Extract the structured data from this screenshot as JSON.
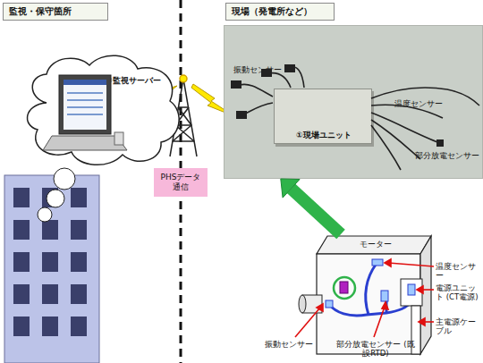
{
  "diagram": {
    "nodes": [
      {
        "text": [
          "監視・保守箇所"
        ]
      },
      {
        "text": [
          "現場（発電所など）"
        ]
      },
      {
        "text": [
          "②監視サーバー"
        ]
      },
      {
        "text": [
          "PHSデータ 通信"
        ]
      },
      {
        "text": [
          "振動センサー",
          "温度センサー",
          "部分放電センサー"
        ]
      },
      {
        "text": [
          "①現場ユニット"
        ],
        "in": 4
      },
      {
        "text": [
          "モーター"
        ]
      }
    ],
    "edges": [
      {
        "from": 6,
        "to": 4,
        "arrow": "to"
      }
    ],
    "labels": [
      "温度センサー",
      "電源ユニット (CT電源)",
      "主電源ケーブル",
      "振動センサー",
      "部分放電センサー (既設RTD)"
    ]
  }
}
